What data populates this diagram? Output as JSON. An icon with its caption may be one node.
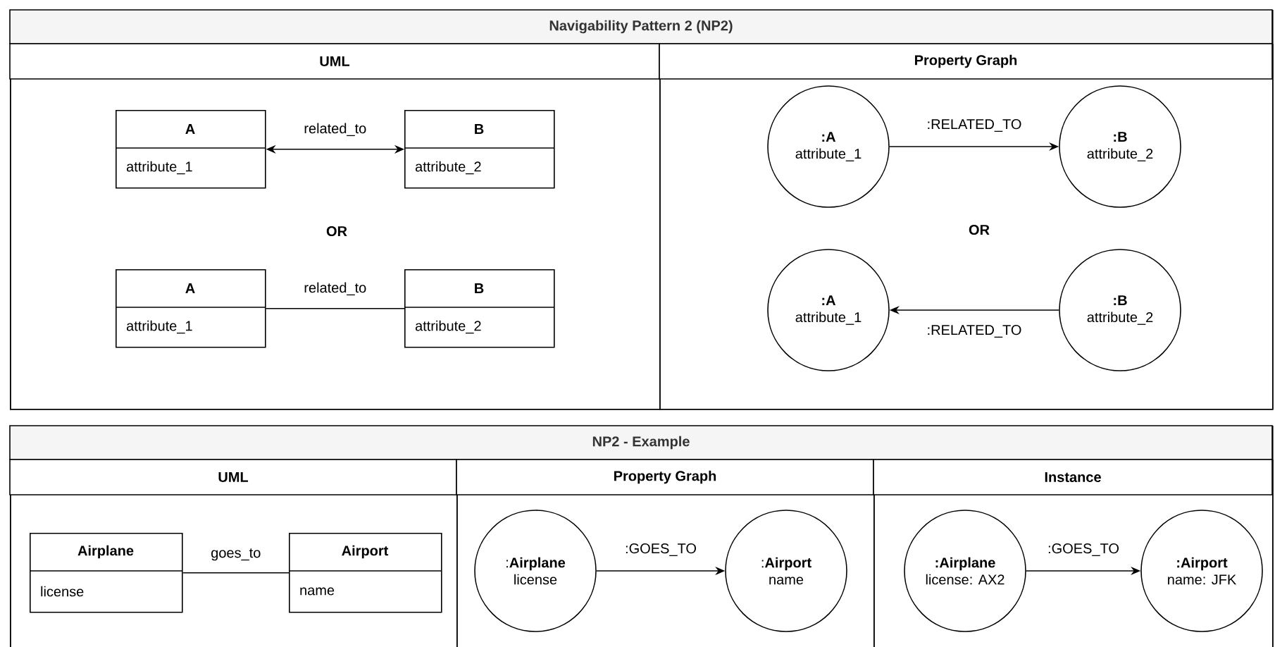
{
  "diagram": {
    "nodes": [
      {
        "text": [
          "Navigability Pattern 2 (NP2)"
        ]
      },
      {
        "text": [
          "UML"
        ],
        "in": 0
      },
      {
        "text": [
          "Property Graph"
        ],
        "in": 0
      },
      {
        "text": [
          "A",
          "attribute_1"
        ],
        "in": 1
      },
      {
        "text": [
          "B",
          "attribute_2"
        ],
        "in": 1
      },
      {
        "text": [
          "A",
          "attribute_1"
        ],
        "in": 1
      },
      {
        "text": [
          "B",
          "attribute_2"
        ],
        "in": 1
      },
      {
        "text": [
          ":A",
          "attribute_1"
        ],
        "in": 2
      },
      {
        "text": [
          ":B",
          "attribute_2"
        ],
        "in": 2
      },
      {
        "text": [
          ":A",
          "attribute_1"
        ],
        "in": 2
      },
      {
        "text": [
          ":B",
          "attribute_2"
        ],
        "in": 2
      },
      {
        "text": [
          "NP2 - Example"
        ]
      },
      {
        "text": [
          "UML"
        ],
        "in": 11
      },
      {
        "text": [
          "Property Graph"
        ],
        "in": 11
      },
      {
        "text": [
          "Instance"
        ],
        "in": 11
      },
      {
        "text": [
          "Airplane",
          "license"
        ],
        "in": 12
      },
      {
        "text": [
          "Airport",
          "name"
        ],
        "in": 12
      },
      {
        "text": [
          ":**Airplane**",
          "license"
        ],
        "in": 13
      },
      {
        "text": [
          ":**Airport**",
          "name"
        ],
        "in": 13
      },
      {
        "text": [
          ":Airplane",
          "license: AX2"
        ],
        "in": 14
      },
      {
        "text": [
          ":Airport",
          "name: JFK"
        ],
        "in": 14
      }
    ],
    "edges": [
      {
        "from": 3,
        "to": 4,
        "arrow": "both",
        "label": "related_to"
      },
      {
        "from": 5,
        "to": 6,
        "arrow": "none",
        "label": "related_to"
      },
      {
        "from": 7,
        "to": 8,
        "arrow": "to",
        "label": ":RELATED_TO"
      },
      {
        "from": 10,
        "to": 9,
        "arrow": "to",
        "label": ":RELATED_TO"
      },
      {
        "from": 15,
        "to": 16,
        "arrow": "none",
        "label": "goes_to"
      },
      {
        "from": 17,
        "to": 18,
        "arrow": "to",
        "label": ":GOES_TO"
      },
      {
        "from": 19,
        "to": 20,
        "arrow": "to",
        "label": ":GOES_TO"
      }
    ],
    "labels": [
      "OR",
      "OR"
    ]
  }
}
